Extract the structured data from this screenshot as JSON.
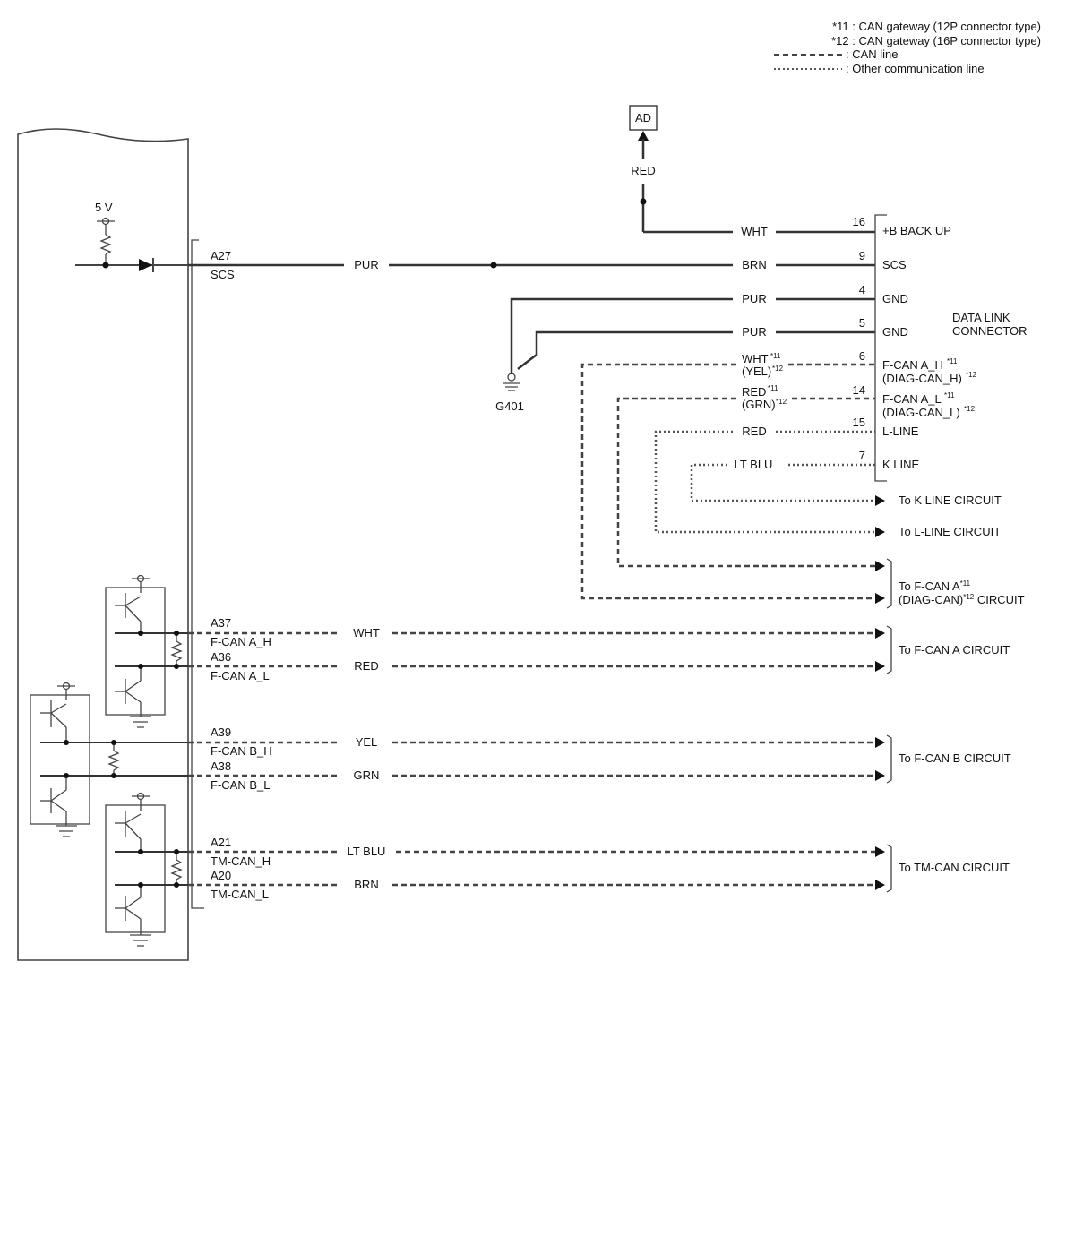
{
  "legend": {
    "note11": "*11 : CAN gateway (12P connector type)",
    "note12": "*12 : CAN gateway (16P connector type)",
    "can_line": ": CAN line",
    "other_line": ": Other communication line"
  },
  "ad": {
    "label": "AD",
    "wire": "RED"
  },
  "unit": {
    "supply": "5 V",
    "pins": [
      {
        "pin": "A27",
        "name": "SCS"
      },
      {
        "pin": "A37",
        "name": "F-CAN A_H"
      },
      {
        "pin": "A36",
        "name": "F-CAN A_L"
      },
      {
        "pin": "A39",
        "name": "F-CAN B_H"
      },
      {
        "pin": "A38",
        "name": "F-CAN B_L"
      },
      {
        "pin": "A21",
        "name": "TM-CAN_H"
      },
      {
        "pin": "A20",
        "name": "TM-CAN_L"
      }
    ]
  },
  "wires": {
    "scs_left": "PUR",
    "backup": "WHT",
    "scs_right": "BRN",
    "gnd4": "PUR",
    "gnd5": "PUR",
    "fcan_h_a": "WHT",
    "fcan_h_b": "(YEL)",
    "fcan_l_a": "RED",
    "fcan_l_b": "(GRN)",
    "lline": "RED",
    "kline": "LT BLU",
    "a37": "WHT",
    "a36": "RED",
    "a39": "YEL",
    "a38": "GRN",
    "a21": "LT BLU",
    "a20": "BRN"
  },
  "ground": {
    "label": "G401"
  },
  "dlc": {
    "title_line1": "DATA LINK",
    "title_line2": "CONNECTOR",
    "pins": [
      {
        "num": "16",
        "name": "+B BACK UP"
      },
      {
        "num": "9",
        "name": "SCS"
      },
      {
        "num": "4",
        "name": "GND"
      },
      {
        "num": "5",
        "name": "GND"
      },
      {
        "num": "6",
        "name": "F-CAN A_H",
        "name2": "(DIAG-CAN_H)"
      },
      {
        "num": "14",
        "name": "F-CAN A_L",
        "name2": "(DIAG-CAN_L)"
      },
      {
        "num": "15",
        "name": "L-LINE"
      },
      {
        "num": "7",
        "name": "K LINE"
      }
    ]
  },
  "markers": {
    "s11": "*11",
    "s12": "*12"
  },
  "destinations": {
    "kline": "To K LINE CIRCUIT",
    "lline": "To L-LINE CIRCUIT",
    "fcan_diag_1": "To F-CAN A",
    "fcan_diag_2": "(DIAG-CAN)",
    "fcan_diag_3": " CIRCUIT",
    "fcan_a": "To F-CAN A CIRCUIT",
    "fcan_b": "To F-CAN B CIRCUIT",
    "tmcan": "To TM-CAN CIRCUIT"
  }
}
